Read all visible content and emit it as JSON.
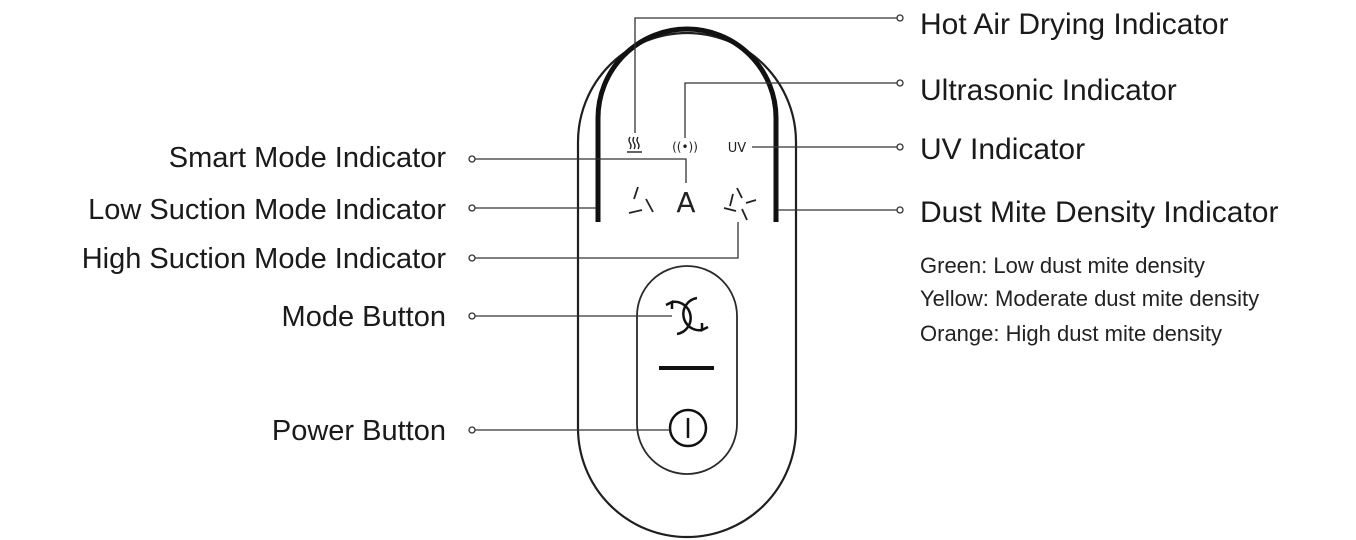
{
  "left_labels": {
    "smart_mode": "Smart Mode Indicator",
    "low_suction": "Low Suction Mode Indicator",
    "high_suction": "High Suction Mode Indicator",
    "mode_button": "Mode Button",
    "power_button": "Power Button"
  },
  "right_labels": {
    "hot_air": "Hot Air Drying Indicator",
    "ultrasonic": "Ultrasonic Indicator",
    "uv": "UV Indicator",
    "dust_mite": "Dust Mite Density Indicator"
  },
  "dust_mite_legend": {
    "green": "Green: Low dust mite density",
    "yellow": "Yellow: Moderate dust mite density",
    "orange": "Orange: High dust mite density"
  },
  "panel": {
    "uv_glyph": "UV",
    "smart_glyph": "A",
    "ultrasonic_glyph": "((•))",
    "icons": [
      "heat-waves-icon",
      "ultrasonic-icon",
      "fan-low-icon",
      "fan-high-icon",
      "mode-cycle-icon",
      "power-icon"
    ]
  }
}
